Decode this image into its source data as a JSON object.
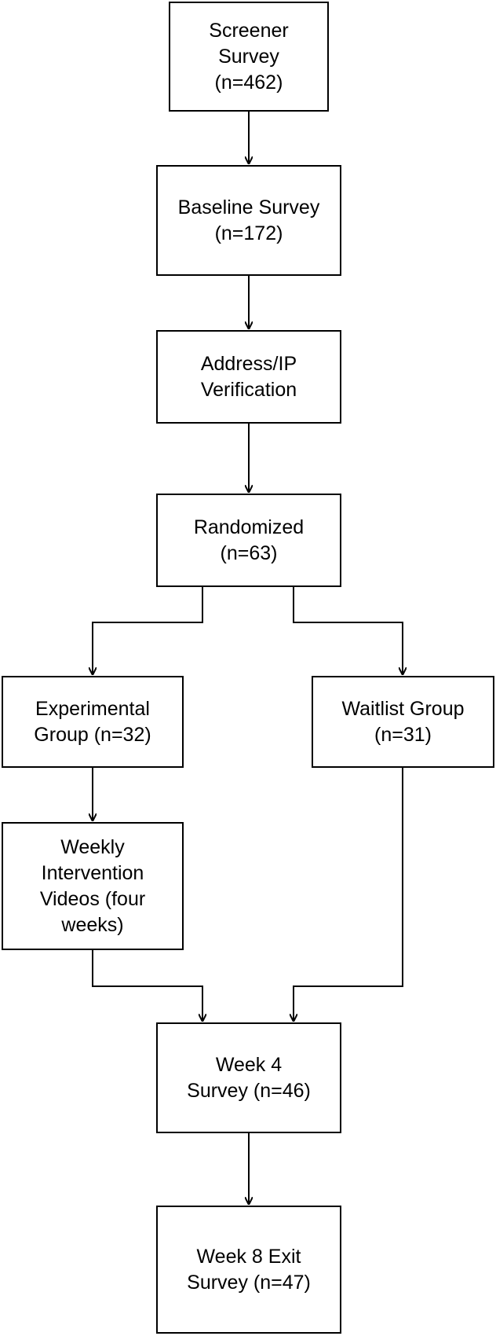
{
  "nodes": {
    "screener": {
      "label": "Screener\nSurvey\n(n=462)"
    },
    "baseline": {
      "label": "Baseline Survey\n(n=172)"
    },
    "verification": {
      "label": "Address/IP\nVerification"
    },
    "randomized": {
      "label": "Randomized\n(n=63)"
    },
    "experimental": {
      "label": "Experimental\nGroup (n=32)"
    },
    "waitlist": {
      "label": "Waitlist Group\n(n=31)"
    },
    "videos": {
      "label": "Weekly\nIntervention\nVideos (four\nweeks)"
    },
    "week4": {
      "label": "Week 4\nSurvey (n=46)"
    },
    "week8": {
      "label": "Week 8 Exit\nSurvey (n=47)"
    }
  },
  "colors": {
    "stroke": "#000000",
    "fill": "#ffffff",
    "text": "#000000"
  }
}
